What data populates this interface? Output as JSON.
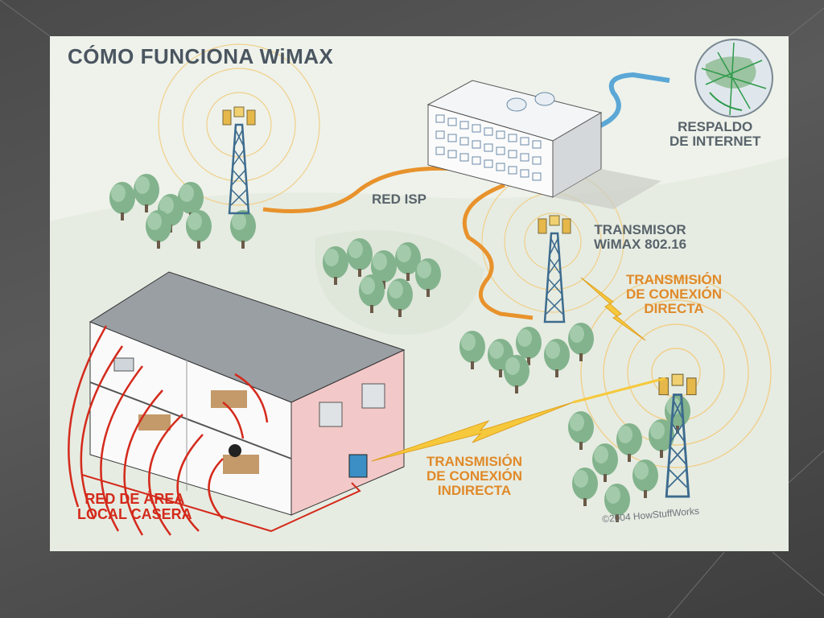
{
  "diagram": {
    "title": "CÓMO FUNCIONA WiMAX",
    "labels": {
      "internet_backbone": [
        "RESPALDO",
        "DE INTERNET"
      ],
      "isp_network": "RED ISP",
      "wimax_transmitter": [
        "TRANSMISOR",
        "WiMAX 802.16"
      ],
      "direct_transmission": [
        "TRANSMISIÓN",
        "DE CONEXIÓN",
        "DIRECTA"
      ],
      "indirect_transmission": [
        "TRANSMISIÓN",
        "DE CONEXIÓN",
        "INDIRECTA"
      ],
      "home_lan": [
        "RED DE ÁREA",
        "LOCAL CASERA"
      ]
    },
    "credit": "©2004 HowStuffWorks"
  },
  "colors": {
    "cable": "#e8922c",
    "internet_cable": "#5ba7d6",
    "signal": "#f6c93c",
    "wifi_rings": "#d42a1c",
    "tower": "#3d6b8e",
    "trees": "#7fb08a",
    "label_gray": "#59636b",
    "label_orange": "#e08a2a",
    "label_red": "#d42a1c"
  }
}
